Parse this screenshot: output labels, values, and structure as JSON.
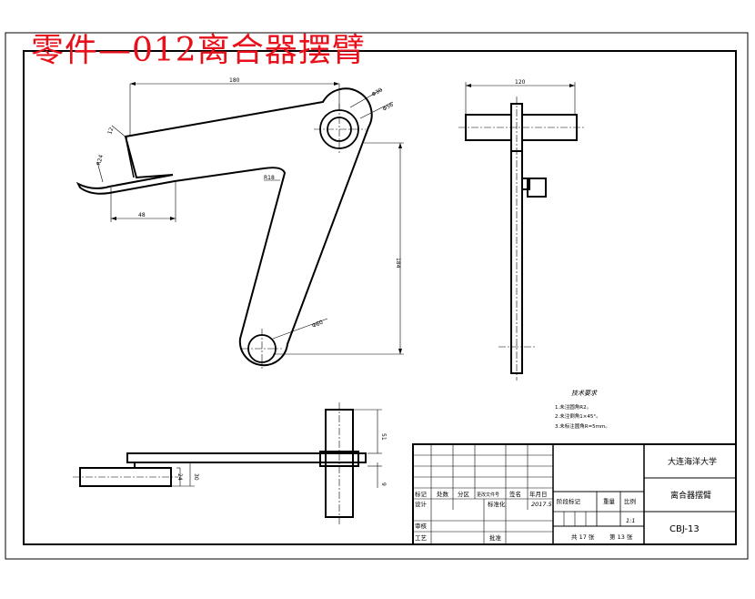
{
  "title": "零件—012离合器摆臂",
  "colors": {
    "title_red": "#e8101a",
    "line": "#000000",
    "background": "#ffffff"
  },
  "front_view": {
    "dims": {
      "top_length": "180",
      "left_small": "12",
      "hook_r": "R24",
      "bottom_width": "48",
      "inner_r": "R18",
      "hole_d1": "Φ30",
      "hole_d2": "Φ56",
      "vertical": "184",
      "hole_d3": "Φ60"
    }
  },
  "side_view": {
    "dims": {
      "width": "120"
    }
  },
  "bottom_view": {
    "dims": {
      "d1": "51",
      "d2": "30",
      "d3": "24",
      "d4": "9"
    }
  },
  "tech_req": {
    "heading": "技术要求",
    "lines": [
      "1.未注圆角R2。",
      "2.未注倒角1×45°。",
      "3.未标注圆角R=5mm。"
    ]
  },
  "title_block": {
    "school": "大连海洋大学",
    "part_name": "离合器摆臂",
    "drawing_no": "CBJ-13",
    "scale": "1:1",
    "date": "2017.5",
    "sheet_total": "共 17 张",
    "sheet_no": "第 13 张",
    "labels": {
      "mark": "标记",
      "count": "处数",
      "zone": "分区",
      "doc_no": "更改文件号",
      "sign": "签名",
      "ymd": "年月日",
      "design": "设计",
      "standardize": "标准化",
      "stage_mark": "阶段标记",
      "weight": "重量",
      "ratio": "比例",
      "review": "审核",
      "process": "工艺",
      "approve": "批准"
    }
  }
}
